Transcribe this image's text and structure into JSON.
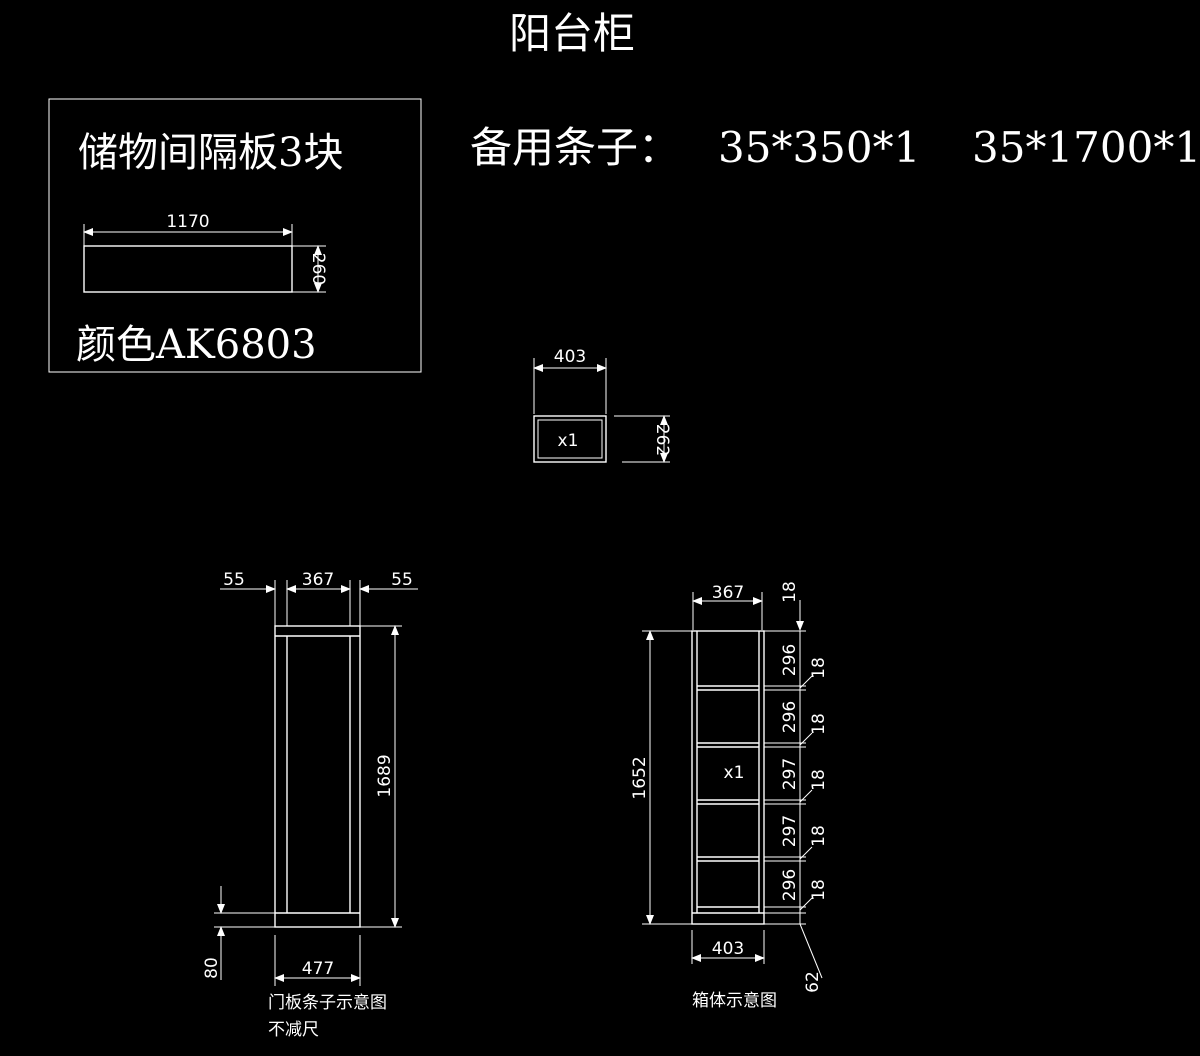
{
  "title": "阳台柜",
  "shelf_box": {
    "heading": "储物间隔板3块",
    "width_label": "1170",
    "height_label": "260",
    "color_label": "颜色AK6803"
  },
  "spare_strips": {
    "label": "备用条子：",
    "item1": "35*350*1",
    "item2": "35*1700*1"
  },
  "small_box": {
    "width_label": "403",
    "height_label": "262",
    "qty_label": "x1"
  },
  "door_frame": {
    "left_label": "55",
    "mid_label": "367",
    "right_label": "55",
    "height_label": "1689",
    "bottom_label": "80",
    "width_label": "477",
    "caption": "门板条子示意图",
    "caption2": "不减尺"
  },
  "cabinet": {
    "top_width_label": "367",
    "top_thick_label": "18",
    "height_label": "1652",
    "qty_label": "x1",
    "spaces": [
      "296",
      "296",
      "297",
      "297",
      "296"
    ],
    "shelf_thick": [
      "18",
      "18",
      "18",
      "18",
      "18"
    ],
    "bottom_width_label": "403",
    "base_label": "62",
    "caption": "箱体示意图"
  }
}
